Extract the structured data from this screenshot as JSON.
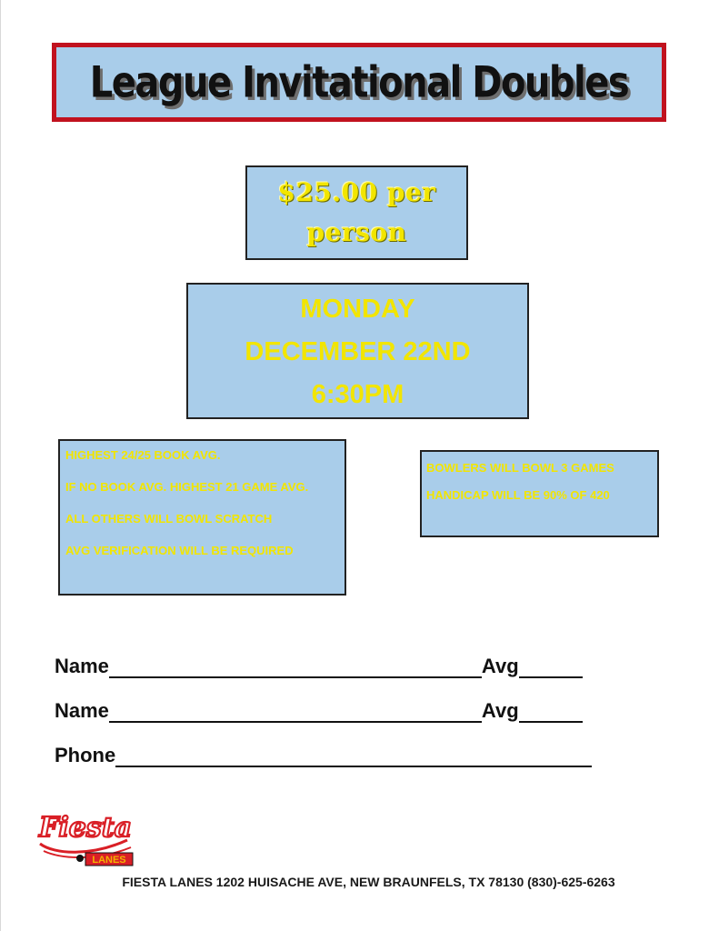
{
  "flyer": {
    "title": "League Invitational Doubles",
    "price": {
      "line1": "$25.00 per",
      "line2": "person"
    },
    "date": {
      "day": "MONDAY",
      "date": "DECEMBER 22ND",
      "time": "6:30PM"
    },
    "rules": [
      "HIGHEST 24/25 BOOK AVG.",
      "IF NO BOOK AVG. HIGHEST 21 GAME AVG.",
      "ALL OTHERS WILL BOWL SCRATCH",
      "AVG VERIFICATION WILL BE REQUIRED"
    ],
    "games": [
      "BOWLERS WILL BOWL 3 GAMES",
      "HANDICAP WILL BE 90% OF 420"
    ],
    "form": {
      "name_label": "Name",
      "avg_label": "Avg",
      "phone_label": "Phone"
    },
    "logo": {
      "text_top": "Fiesta",
      "text_bottom": "LANES"
    },
    "footer": "FIESTA LANES 1202 HUISACHE AVE, NEW BRAUNFELS, TX 78130 (830)-625-6263"
  },
  "colors": {
    "title_border": "#c1121f",
    "box_fill": "#a9cdea",
    "accent_yellow": "#f2e500",
    "logo_red": "#d91f26"
  }
}
